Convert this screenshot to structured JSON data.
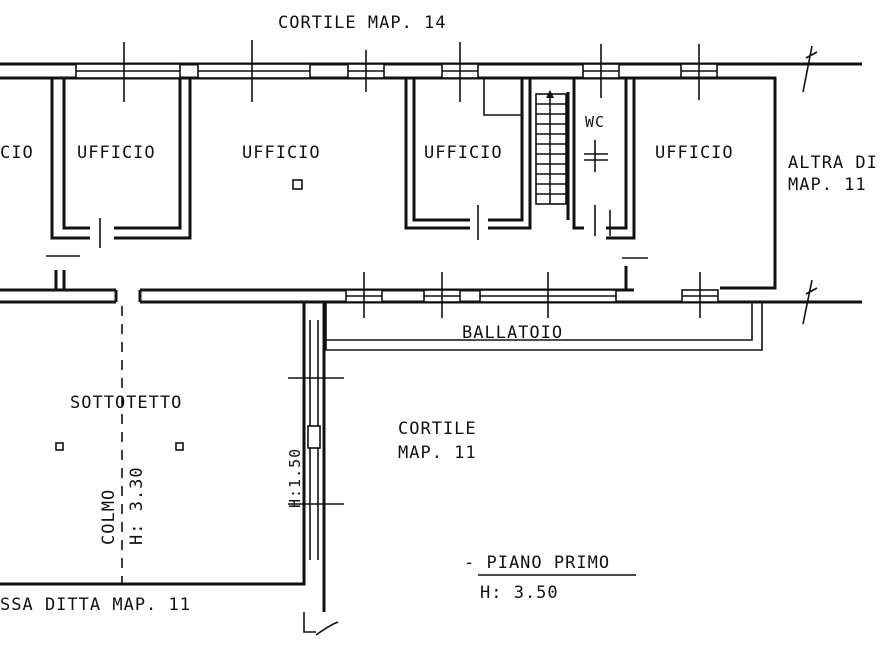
{
  "labels": {
    "cortile_top": "CORTILE MAP. 14",
    "ufficio_cut": "CIO",
    "ufficio_1": "UFFICIO",
    "ufficio_2": "UFFICIO",
    "ufficio_3": "UFFICIO",
    "ufficio_4": "UFFICIO",
    "wc": "WC",
    "altra_1": "ALTRA DI",
    "altra_2": "MAP. 11",
    "ballatoio": "BALLATOIO",
    "sottotetto": "SOTTOTETTO",
    "cortile_1": "CORTILE",
    "cortile_2": "MAP. 11",
    "colmo_1": "COLMO",
    "colmo_2": "H: 3.30",
    "height_150": "H:1.50",
    "bottom_left": "SSA  DITTA   MAP. 11",
    "piano": "- PIANO PRIMO",
    "piano_h": "H: 3.50"
  }
}
